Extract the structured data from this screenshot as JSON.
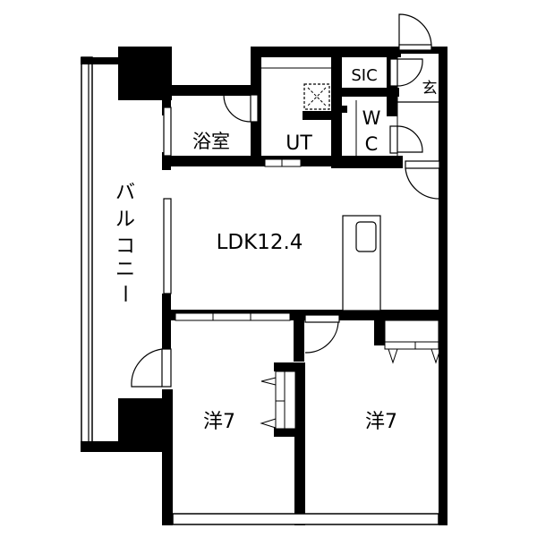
{
  "plan": {
    "type": "apartment floor plan",
    "layout": "2LDK",
    "colors": {
      "wall": "#000000",
      "background": "#ffffff",
      "line": "#000000"
    }
  },
  "rooms": {
    "balcony": {
      "label": "バルコニー",
      "lines": [
        "バ",
        "ル",
        "コ",
        "ニ",
        "ー"
      ]
    },
    "bath": {
      "label": "浴室"
    },
    "utility": {
      "label": "UT"
    },
    "sic": {
      "label": "SIC"
    },
    "wc": {
      "label": "WC",
      "lines": [
        "W",
        "C"
      ]
    },
    "entrance": {
      "label": "玄"
    },
    "ldk": {
      "label": "LDK12.4"
    },
    "western1": {
      "label": "洋7"
    },
    "western2": {
      "label": "洋7"
    }
  }
}
